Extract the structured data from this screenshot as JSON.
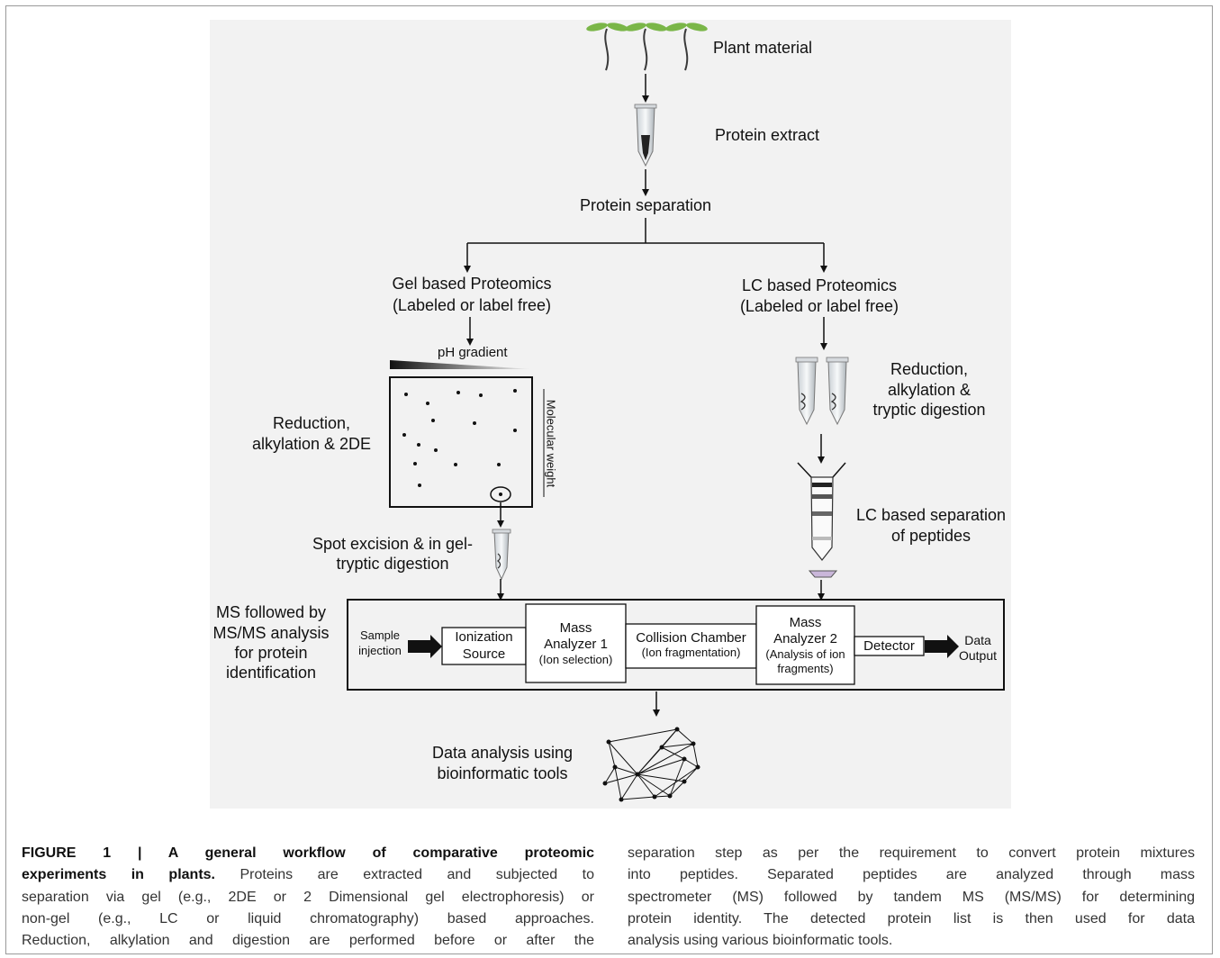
{
  "diagram": {
    "plant_material": "Plant material",
    "protein_extract": "Protein extract",
    "protein_separation": "Protein separation",
    "gel_title": "Gel based Proteomics",
    "gel_sub": "(Labeled or label free)",
    "lc_title": "LC based Proteomics",
    "lc_sub": "(Labeled or label free)",
    "ph_gradient": "pH gradient",
    "molecular_weight": "Molecular weight",
    "gel_reduction_1": "Reduction,",
    "gel_reduction_2": "alkylation & 2DE",
    "spot_excision_1": "Spot excision & in gel-",
    "spot_excision_2": "tryptic digestion",
    "lc_reduction_1": "Reduction,",
    "lc_reduction_2": "alkylation &",
    "lc_reduction_3": "tryptic digestion",
    "lc_separation_1": "LC based separation",
    "lc_separation_2": "of peptides",
    "ms_label_1": "MS followed by",
    "ms_label_2": "MS/MS analysis",
    "ms_label_3": "for protein",
    "ms_label_4": "identification",
    "sample_injection_1": "Sample",
    "sample_injection_2": "injection",
    "ionization_1": "Ionization",
    "ionization_2": "Source",
    "mass1_1": "Mass",
    "mass1_2": "Analyzer 1",
    "mass1_3": "(Ion selection)",
    "collision_1": "Collision Chamber",
    "collision_2": "(Ion fragmentation)",
    "mass2_1": "Mass",
    "mass2_2": "Analyzer 2",
    "mass2_3": "(Analysis of ion",
    "mass2_4": "fragments)",
    "detector": "Detector",
    "data_output_1": "Data",
    "data_output_2": "Output",
    "data_analysis_1": "Data analysis using",
    "data_analysis_2": "bioinformatic tools"
  },
  "caption": {
    "title_1": "FIGURE 1 | A general workflow of comparative proteomic",
    "title_2": "experiments in plants.",
    "left_line_2_rest": " Proteins are extracted and subjected to",
    "left_line_3": "separation via gel (e.g., 2DE or 2 Dimensional gel electrophoresis) or",
    "left_line_4": "non-gel (e.g., LC or liquid chromatography) based approaches.",
    "left_line_5": "Reduction, alkylation and digestion are performed before or after the",
    "right_line_1": "separation step as per the requirement to convert protein mixtures",
    "right_line_2": "into peptides. Separated peptides are analyzed through mass",
    "right_line_3": "spectrometer (MS) followed by tandem MS (MS/MS) for determining",
    "right_line_4": "protein identity. The detected protein list is then used for data",
    "right_line_5": "analysis using various bioinformatic tools."
  }
}
